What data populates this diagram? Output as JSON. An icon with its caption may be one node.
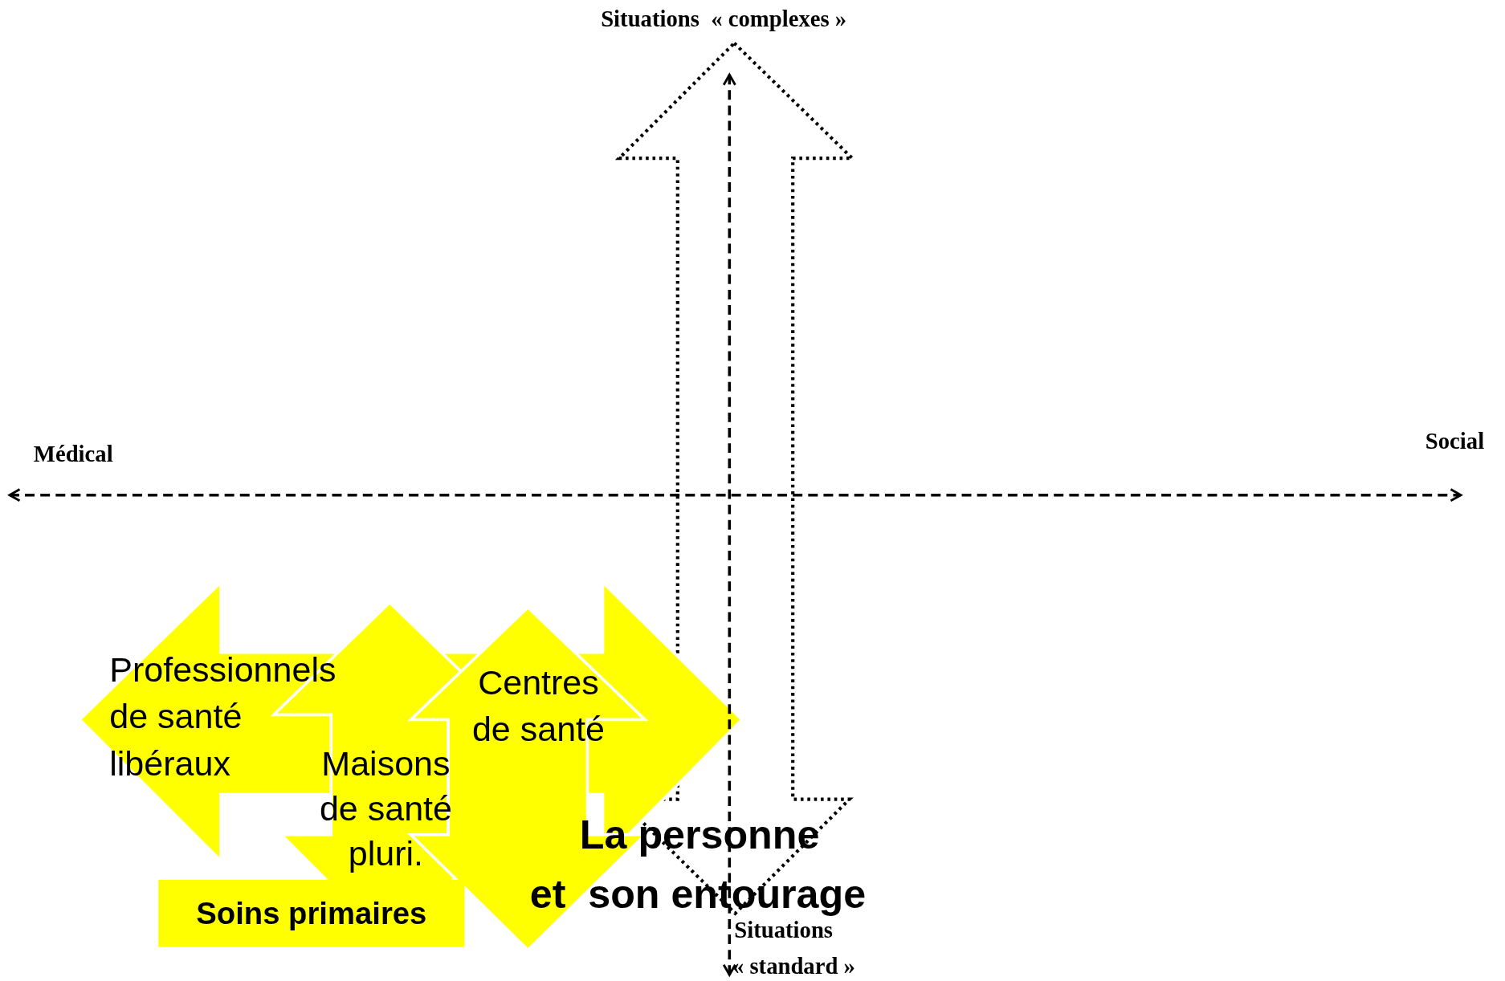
{
  "diagram": {
    "nodes": [
      {
        "text": [
          "Professionnels de santé libéraux"
        ]
      },
      {
        "text": [
          "Maisons de santé pluri."
        ]
      },
      {
        "text": [
          "Centres de santé"
        ]
      },
      {
        "text": [
          "Soins primaires"
        ]
      },
      {
        "text": [],
        "shape": "arrow"
      }
    ],
    "labels": [
      "Situations  « complexes »",
      "Médical",
      "Social",
      "La personne",
      "et  son entourage",
      "Situations",
      "« standard »"
    ]
  }
}
